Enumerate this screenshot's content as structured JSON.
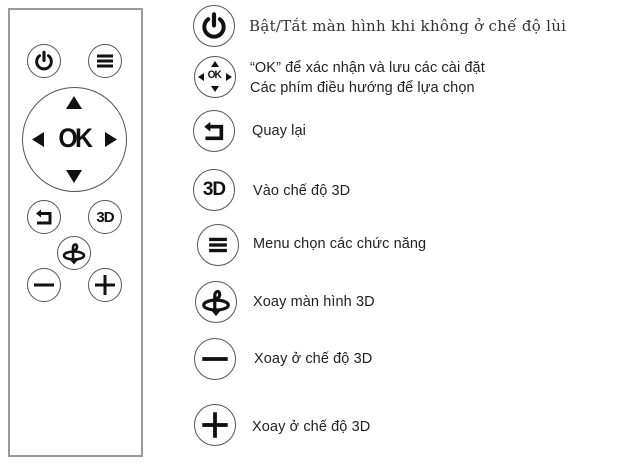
{
  "remote": {
    "buttons": {
      "power": {
        "icon": "power-icon"
      },
      "menu": {
        "icon": "menu-icon"
      },
      "dpad": {
        "center_label": "OK",
        "icons": [
          "arrow-up-icon",
          "arrow-left-icon",
          "arrow-right-icon",
          "arrow-down-icon"
        ]
      },
      "back": {
        "icon": "back-icon"
      },
      "three_d": {
        "label": "3D"
      },
      "rotate": {
        "icon": "rotate-3d-icon"
      },
      "minus": {
        "icon": "minus-icon"
      },
      "plus": {
        "icon": "plus-icon"
      }
    }
  },
  "legend": {
    "items": [
      {
        "icon": "power-icon",
        "text": "Bật/Tắt màn hình khi không ở chế độ lùi"
      },
      {
        "icon": "ok-dpad-icon",
        "icon_label": "OK",
        "text_line1": "“OK” để xác nhận và lưu các cài đặt",
        "text_line2": "Các phím điều hướng để lựa chọn"
      },
      {
        "icon": "back-icon",
        "text": "Quay lại"
      },
      {
        "icon": "three-d-icon",
        "icon_label": "3D",
        "text": "Vào chế độ 3D"
      },
      {
        "icon": "menu-icon",
        "text": "Menu chọn các chức năng"
      },
      {
        "icon": "rotate-3d-icon",
        "text": "Xoay màn hình 3D"
      },
      {
        "icon": "minus-icon",
        "text": "Xoay ở chế độ 3D"
      },
      {
        "icon": "plus-icon",
        "text": "Xoay ở chế độ 3D"
      }
    ]
  },
  "colors": {
    "outline": "#555555",
    "frame": "#9a9a9a",
    "glyph": "#111111",
    "text": "#222222"
  }
}
